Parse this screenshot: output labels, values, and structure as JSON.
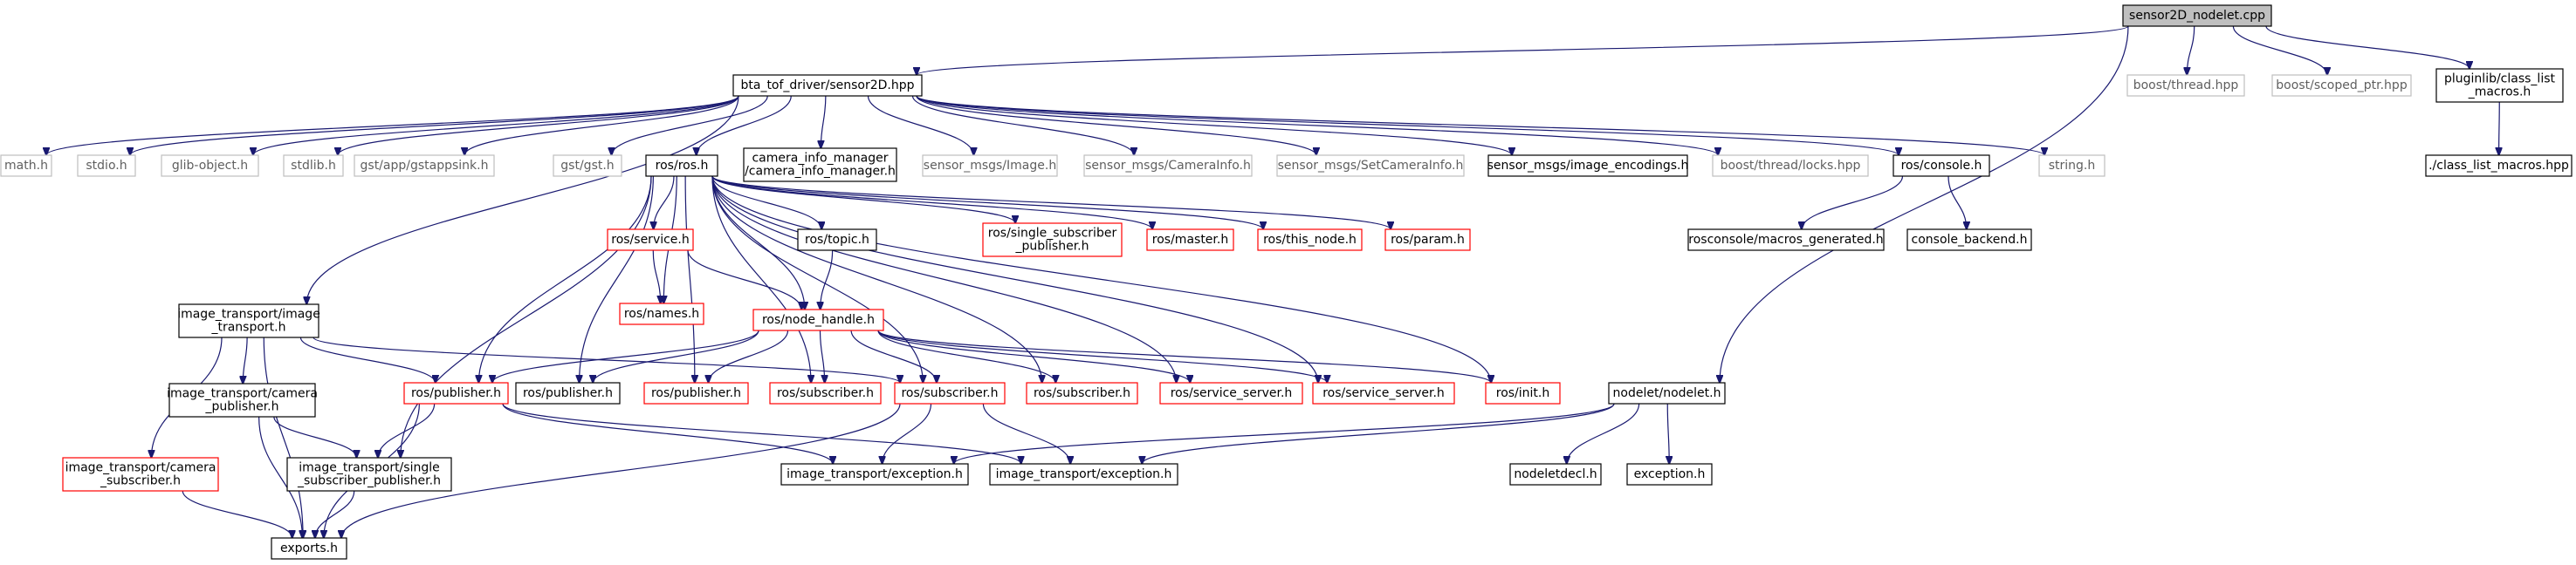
{
  "colors": {
    "edge": "#191970",
    "border_found": "#000000",
    "border_missing_header": "#bfbfbf",
    "border_truncated": "#ff0000",
    "root_fill": "#bfbfbf",
    "text": "#000000",
    "text_gray": "#5f5f5f"
  },
  "nodes": [
    {
      "id": "root",
      "lines": [
        "sensor2D_nodelet.cpp"
      ],
      "kind": "root"
    },
    {
      "id": "sensor2d_hpp",
      "lines": [
        "bta_tof_driver/sensor2D.hpp"
      ],
      "kind": "found"
    },
    {
      "id": "boost_thread",
      "lines": [
        "boost/thread.hpp"
      ],
      "kind": "missing"
    },
    {
      "id": "boost_scoped_ptr",
      "lines": [
        "boost/scoped_ptr.hpp"
      ],
      "kind": "missing"
    },
    {
      "id": "pluginlib",
      "lines": [
        "pluginlib/class_list",
        "_macros.h"
      ],
      "kind": "found"
    },
    {
      "id": "class_list_macros",
      "lines": [
        "./class_list_macros.hpp"
      ],
      "kind": "found"
    },
    {
      "id": "math_h",
      "lines": [
        "math.h"
      ],
      "kind": "missing"
    },
    {
      "id": "stdio_h",
      "lines": [
        "stdio.h"
      ],
      "kind": "missing"
    },
    {
      "id": "glib_object",
      "lines": [
        "glib-object.h"
      ],
      "kind": "missing"
    },
    {
      "id": "stdlib_h",
      "lines": [
        "stdlib.h"
      ],
      "kind": "missing"
    },
    {
      "id": "gstappsink",
      "lines": [
        "gst/app/gstappsink.h"
      ],
      "kind": "missing"
    },
    {
      "id": "gst_h",
      "lines": [
        "gst/gst.h"
      ],
      "kind": "missing"
    },
    {
      "id": "ros_h",
      "lines": [
        "ros/ros.h"
      ],
      "kind": "found"
    },
    {
      "id": "camera_info_manager",
      "lines": [
        "camera_info_manager",
        "/camera_info_manager.h"
      ],
      "kind": "found"
    },
    {
      "id": "sensor_image",
      "lines": [
        "sensor_msgs/Image.h"
      ],
      "kind": "missing"
    },
    {
      "id": "sensor_camerainfo",
      "lines": [
        "sensor_msgs/CameraInfo.h"
      ],
      "kind": "missing"
    },
    {
      "id": "sensor_setcamerainfo",
      "lines": [
        "sensor_msgs/SetCameraInfo.h"
      ],
      "kind": "missing"
    },
    {
      "id": "image_encodings",
      "lines": [
        "sensor_msgs/image_encodings.h"
      ],
      "kind": "found"
    },
    {
      "id": "boost_locks",
      "lines": [
        "boost/thread/locks.hpp"
      ],
      "kind": "missing"
    },
    {
      "id": "ros_console",
      "lines": [
        "ros/console.h"
      ],
      "kind": "found"
    },
    {
      "id": "string_h",
      "lines": [
        "string.h"
      ],
      "kind": "missing"
    },
    {
      "id": "rosconsole_macros",
      "lines": [
        "rosconsole/macros_generated.h"
      ],
      "kind": "found"
    },
    {
      "id": "console_backend",
      "lines": [
        "console_backend.h"
      ],
      "kind": "found"
    },
    {
      "id": "ros_service",
      "lines": [
        "ros/service.h"
      ],
      "kind": "truncated"
    },
    {
      "id": "ros_topic",
      "lines": [
        "ros/topic.h"
      ],
      "kind": "found"
    },
    {
      "id": "ros_single_sub_pub",
      "lines": [
        "ros/single_subscriber",
        "_publisher.h"
      ],
      "kind": "truncated"
    },
    {
      "id": "ros_master",
      "lines": [
        "ros/master.h"
      ],
      "kind": "truncated"
    },
    {
      "id": "ros_this_node",
      "lines": [
        "ros/this_node.h"
      ],
      "kind": "truncated"
    },
    {
      "id": "ros_param",
      "lines": [
        "ros/param.h"
      ],
      "kind": "truncated"
    },
    {
      "id": "ros_names",
      "lines": [
        "ros/names.h"
      ],
      "kind": "truncated"
    },
    {
      "id": "ros_node_handle",
      "lines": [
        "ros/node_handle.h"
      ],
      "kind": "truncated"
    },
    {
      "id": "it_image_transport",
      "lines": [
        "image_transport/image",
        "_transport.h"
      ],
      "kind": "found"
    },
    {
      "id": "it_camera_publisher",
      "lines": [
        "image_transport/camera",
        "_publisher.h"
      ],
      "kind": "found"
    },
    {
      "id": "ros_publisher_red",
      "lines": [
        "ros/publisher.h"
      ],
      "kind": "truncated"
    },
    {
      "id": "ros_publisher_b1",
      "lines": [
        "ros/publisher.h"
      ],
      "kind": "found"
    },
    {
      "id": "ros_publisher_r2",
      "lines": [
        "ros/publisher.h"
      ],
      "kind": "truncated"
    },
    {
      "id": "ros_subscriber_r1",
      "lines": [
        "ros/subscriber.h"
      ],
      "kind": "truncated"
    },
    {
      "id": "ros_subscriber_r2",
      "lines": [
        "ros/subscriber.h"
      ],
      "kind": "truncated"
    },
    {
      "id": "ros_subscriber_r3",
      "lines": [
        "ros/subscriber.h"
      ],
      "kind": "truncated"
    },
    {
      "id": "ros_service_server_r1",
      "lines": [
        "ros/service_server.h"
      ],
      "kind": "truncated"
    },
    {
      "id": "ros_service_server_r2",
      "lines": [
        "ros/service_server.h"
      ],
      "kind": "truncated"
    },
    {
      "id": "ros_init",
      "lines": [
        "ros/init.h"
      ],
      "kind": "truncated"
    },
    {
      "id": "nodelet_h",
      "lines": [
        "nodelet/nodelet.h"
      ],
      "kind": "found"
    },
    {
      "id": "it_camera_subscriber",
      "lines": [
        "image_transport/camera",
        "_subscriber.h"
      ],
      "kind": "truncated"
    },
    {
      "id": "it_single_sub_pub",
      "lines": [
        "image_transport/single",
        "_subscriber_publisher.h"
      ],
      "kind": "found"
    },
    {
      "id": "it_exception_1",
      "lines": [
        "image_transport/exception.h"
      ],
      "kind": "found"
    },
    {
      "id": "it_exception_2",
      "lines": [
        "image_transport/exception.h"
      ],
      "kind": "found"
    },
    {
      "id": "nodeletdecl",
      "lines": [
        "nodeletdecl.h"
      ],
      "kind": "found"
    },
    {
      "id": "exception_h",
      "lines": [
        "exception.h"
      ],
      "kind": "found"
    },
    {
      "id": "exports_h",
      "lines": [
        "exports.h"
      ],
      "kind": "found"
    }
  ],
  "edges": [
    [
      "root",
      "sensor2d_hpp"
    ],
    [
      "root",
      "boost_thread"
    ],
    [
      "root",
      "boost_scoped_ptr"
    ],
    [
      "root",
      "pluginlib"
    ],
    [
      "root",
      "nodelet_h"
    ],
    [
      "pluginlib",
      "class_list_macros"
    ],
    [
      "sensor2d_hpp",
      "math_h"
    ],
    [
      "sensor2d_hpp",
      "stdio_h"
    ],
    [
      "sensor2d_hpp",
      "glib_object"
    ],
    [
      "sensor2d_hpp",
      "stdlib_h"
    ],
    [
      "sensor2d_hpp",
      "gstappsink"
    ],
    [
      "sensor2d_hpp",
      "gst_h"
    ],
    [
      "sensor2d_hpp",
      "ros_h"
    ],
    [
      "sensor2d_hpp",
      "camera_info_manager"
    ],
    [
      "sensor2d_hpp",
      "sensor_image"
    ],
    [
      "sensor2d_hpp",
      "sensor_camerainfo"
    ],
    [
      "sensor2d_hpp",
      "sensor_setcamerainfo"
    ],
    [
      "sensor2d_hpp",
      "image_encodings"
    ],
    [
      "sensor2d_hpp",
      "boost_locks"
    ],
    [
      "sensor2d_hpp",
      "ros_console"
    ],
    [
      "sensor2d_hpp",
      "string_h"
    ],
    [
      "sensor2d_hpp",
      "it_image_transport"
    ],
    [
      "ros_console",
      "rosconsole_macros"
    ],
    [
      "ros_console",
      "console_backend"
    ],
    [
      "ros_h",
      "ros_service"
    ],
    [
      "ros_h",
      "ros_topic"
    ],
    [
      "ros_h",
      "ros_single_sub_pub"
    ],
    [
      "ros_h",
      "ros_master"
    ],
    [
      "ros_h",
      "ros_this_node"
    ],
    [
      "ros_h",
      "ros_param"
    ],
    [
      "ros_h",
      "ros_names"
    ],
    [
      "ros_h",
      "ros_node_handle"
    ],
    [
      "ros_h",
      "ros_publisher_red"
    ],
    [
      "ros_h",
      "ros_publisher_b1"
    ],
    [
      "ros_h",
      "ros_publisher_r2"
    ],
    [
      "ros_h",
      "ros_subscriber_r1"
    ],
    [
      "ros_h",
      "ros_subscriber_r2"
    ],
    [
      "ros_h",
      "ros_subscriber_r3"
    ],
    [
      "ros_h",
      "ros_service_server_r1"
    ],
    [
      "ros_h",
      "ros_service_server_r2"
    ],
    [
      "ros_h",
      "ros_init"
    ],
    [
      "ros_h",
      "it_single_sub_pub"
    ],
    [
      "ros_service",
      "ros_names"
    ],
    [
      "ros_service",
      "ros_node_handle"
    ],
    [
      "ros_topic",
      "ros_node_handle"
    ],
    [
      "ros_node_handle",
      "ros_publisher_red"
    ],
    [
      "ros_node_handle",
      "ros_publisher_b1"
    ],
    [
      "ros_node_handle",
      "ros_publisher_r2"
    ],
    [
      "ros_node_handle",
      "ros_subscriber_r1"
    ],
    [
      "ros_node_handle",
      "ros_subscriber_r2"
    ],
    [
      "ros_node_handle",
      "ros_subscriber_r3"
    ],
    [
      "ros_node_handle",
      "ros_service_server_r1"
    ],
    [
      "ros_node_handle",
      "ros_service_server_r2"
    ],
    [
      "ros_node_handle",
      "ros_init"
    ],
    [
      "it_image_transport",
      "ros_publisher_red"
    ],
    [
      "it_image_transport",
      "it_camera_publisher"
    ],
    [
      "it_image_transport",
      "it_camera_subscriber"
    ],
    [
      "it_image_transport",
      "ros_subscriber_r2"
    ],
    [
      "it_image_transport",
      "exports_h"
    ],
    [
      "it_camera_publisher",
      "it_single_sub_pub"
    ],
    [
      "it_camera_publisher",
      "exports_h"
    ],
    [
      "ros_publisher_red",
      "it_single_sub_pub"
    ],
    [
      "ros_publisher_red",
      "it_exception_1"
    ],
    [
      "ros_publisher_red",
      "it_exception_2"
    ],
    [
      "ros_publisher_red",
      "exports_h"
    ],
    [
      "ros_subscriber_r2",
      "it_exception_1"
    ],
    [
      "ros_subscriber_r2",
      "it_exception_2"
    ],
    [
      "ros_subscriber_r2",
      "exports_h"
    ],
    [
      "it_camera_subscriber",
      "exports_h"
    ],
    [
      "it_single_sub_pub",
      "exports_h"
    ],
    [
      "nodelet_h",
      "it_exception_1"
    ],
    [
      "nodelet_h",
      "it_exception_2"
    ],
    [
      "nodelet_h",
      "nodeletdecl"
    ],
    [
      "nodelet_h",
      "exception_h"
    ]
  ]
}
